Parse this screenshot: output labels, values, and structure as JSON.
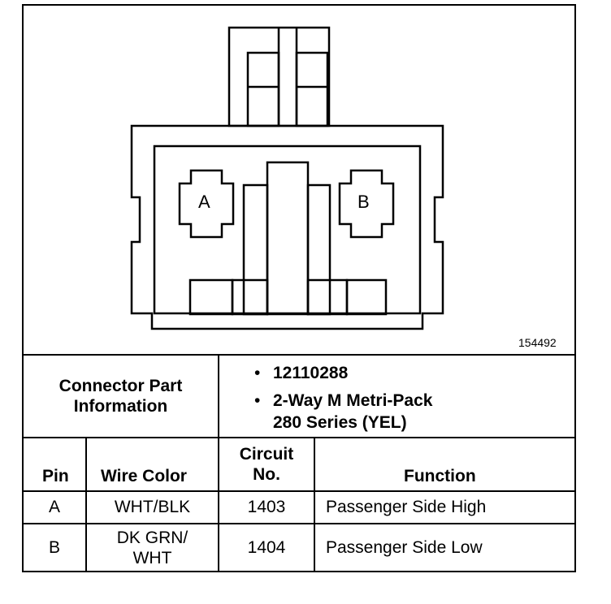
{
  "diagram": {
    "figure_id": "154492",
    "cavity_a_label": "A",
    "cavity_b_label": "B"
  },
  "connector_info": {
    "heading_line1": "Connector Part",
    "heading_line2": "Information",
    "part_number": "12110288",
    "description_line1": "2-Way M Metri-Pack",
    "description_line2": "280 Series (YEL)"
  },
  "table": {
    "headers": {
      "pin": "Pin",
      "wire_color": "Wire Color",
      "circuit_line1": "Circuit",
      "circuit_line2": "No.",
      "function": "Function"
    },
    "rows": [
      {
        "pin": "A",
        "wire_color_line1": "WHT/BLK",
        "wire_color_line2": "",
        "circuit": "1403",
        "function": "Passenger Side High"
      },
      {
        "pin": "B",
        "wire_color_line1": "DK GRN/",
        "wire_color_line2": "WHT",
        "circuit": "1404",
        "function": "Passenger Side Low"
      }
    ]
  },
  "colors": {
    "ink": "#000000",
    "paper": "#ffffff"
  }
}
